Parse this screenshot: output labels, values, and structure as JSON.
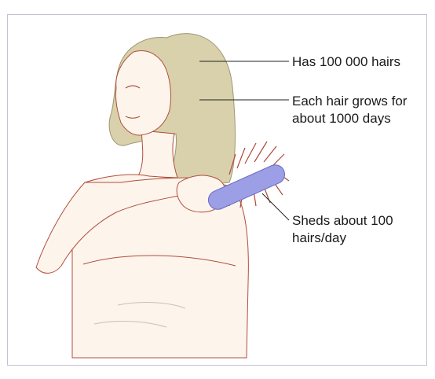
{
  "callouts": {
    "hair_count": "Has 100 000 hairs",
    "growth": "Each hair grows for about 1000 days",
    "shedding": "Sheds about 100 hairs/day"
  },
  "colors": {
    "frame_border": "#c9bfd6",
    "hair": "#d8d1ac",
    "skin": "#fdf4ec",
    "outline": "#b04f3c",
    "brush_handle": "#9c9ee6",
    "brush_bristles": "#b0483a",
    "leader_line": "#222222"
  }
}
